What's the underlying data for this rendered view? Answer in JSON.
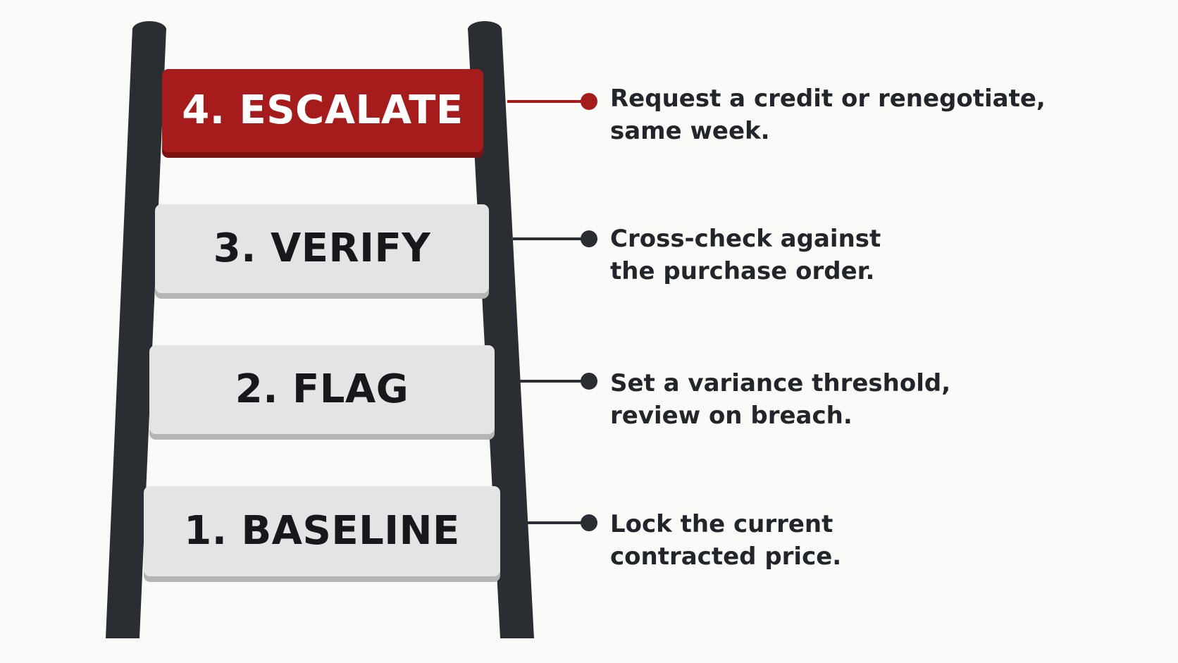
{
  "colors": {
    "rail": "#2a2d31",
    "rung": "#e4e4e4",
    "rung_shadow": "#b5b5b5",
    "active_rung": "#a61c1c",
    "active_rung_shadow": "#7c1212",
    "connector": "#2a2d31",
    "active_connector": "#a61c1c",
    "text": "#22262b"
  },
  "steps": [
    {
      "label": "4. ESCALATE",
      "active": true,
      "description": [
        "Request a credit or renegotiate,",
        "same week."
      ]
    },
    {
      "label": "3. VERIFY",
      "active": false,
      "description": [
        "Cross-check against",
        "the purchase order."
      ]
    },
    {
      "label": "2. FLAG",
      "active": false,
      "description": [
        "Set a variance threshold,",
        "review on breach."
      ]
    },
    {
      "label": "1. BASELINE",
      "active": false,
      "description": [
        "Lock the current",
        "contracted price."
      ]
    }
  ]
}
